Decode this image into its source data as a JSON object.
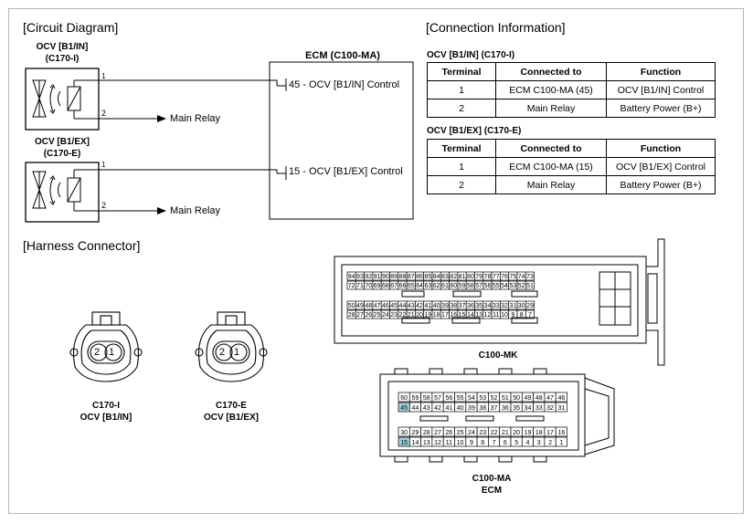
{
  "headers": {
    "circuit": "[Circuit Diagram]",
    "connection": "[Connection Information]",
    "harness": "[Harness Connector]"
  },
  "circuit": {
    "ocv_in_label_1": "OCV [B1/IN]",
    "ocv_in_label_2": "(C170-I)",
    "ocv_ex_label_1": "OCV [B1/EX]",
    "ocv_ex_label_2": "(C170-E)",
    "ecm_label": "ECM (C100-MA)",
    "in_pin1": "1",
    "in_pin2": "2",
    "ex_pin1": "1",
    "ex_pin2": "2",
    "main_relay_1": "Main Relay",
    "main_relay_2": "Main Relay",
    "ecm_in": "45 - OCV [B1/IN] Control",
    "ecm_ex": "15 - OCV [B1/EX] Control"
  },
  "tables": [
    {
      "title": "OCV [B1/IN]  (C170-I)",
      "headers": [
        "Terminal",
        "Connected to",
        "Function"
      ],
      "rows": [
        [
          "1",
          "ECM C100-MA (45)",
          "OCV [B1/IN] Control"
        ],
        [
          "2",
          "Main Relay",
          "Battery Power (B+)"
        ]
      ]
    },
    {
      "title": "OCV [B1/EX]  (C170-E)",
      "headers": [
        "Terminal",
        "Connected to",
        "Function"
      ],
      "rows": [
        [
          "1",
          "ECM C100-MA (15)",
          "OCV [B1/EX] Control"
        ],
        [
          "2",
          "Main Relay",
          "Battery Power (B+)"
        ]
      ]
    }
  ],
  "harness": {
    "c170i_pin_a": "2",
    "c170i_pin_b": "1",
    "c170e_pin_a": "2",
    "c170e_pin_b": "1",
    "c170i_code": "C170-I",
    "c170i_name": "OCV [B1/IN]",
    "c170e_code": "C170-E",
    "c170e_name": "OCV [B1/EX]",
    "mk_label": "C100-MK",
    "ma_label": "C100-MA",
    "ma_sub": "ECM"
  },
  "colors": {
    "line": "#000000",
    "highlight_pin": "#9ecfd6",
    "frame": "#b8b8b8"
  }
}
